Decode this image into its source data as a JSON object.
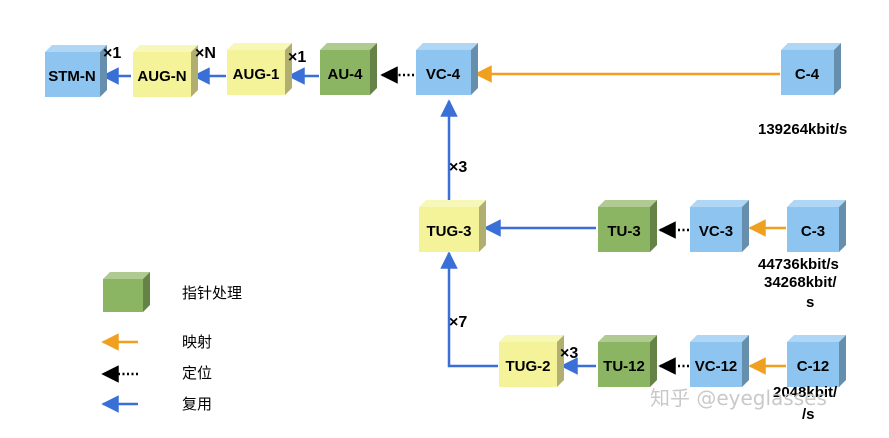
{
  "colors": {
    "blue": "#8dc5f0",
    "yellow": "#f4f39a",
    "green": "#8cb563",
    "mapping_arrow": "#f0a020",
    "multiplex_arrow": "#3b6fd8",
    "aligning_arrow": "#000000"
  },
  "boxes": {
    "stm_n": "STM-N",
    "aug_n": "AUG-N",
    "aug_1": "AUG-1",
    "au_4": "AU-4",
    "vc_4": "VC-4",
    "c_4": "C-4",
    "tug_3": "TUG-3",
    "tu_3": "TU-3",
    "vc_3": "VC-3",
    "c_3": "C-3",
    "tug_2": "TUG-2",
    "tu_12": "TU-12",
    "vc_12": "VC-12",
    "c_12": "C-12"
  },
  "multipliers": {
    "aug_n_to_stm_n": "×1",
    "aug_1_to_aug_n": "×N",
    "au_4_to_aug_1": "×1",
    "tug_3_to_vc_4": "×3",
    "tug_2_to_tug_3": "×7",
    "tu_12_to_tug_2": "×3"
  },
  "rates": {
    "c_4": "139264kbit/s",
    "c_3_line1": "44736kbit/s",
    "c_3_line2": "34268kbit/",
    "c_3_line3": "s",
    "c_12_line1": "2048kbit/",
    "c_12_line2": "/s"
  },
  "legend": {
    "pointer_processing": "指针处理",
    "mapping": "映射",
    "aligning": "定位",
    "multiplexing": "复用"
  },
  "watermark": "知乎 @eyeglasses"
}
